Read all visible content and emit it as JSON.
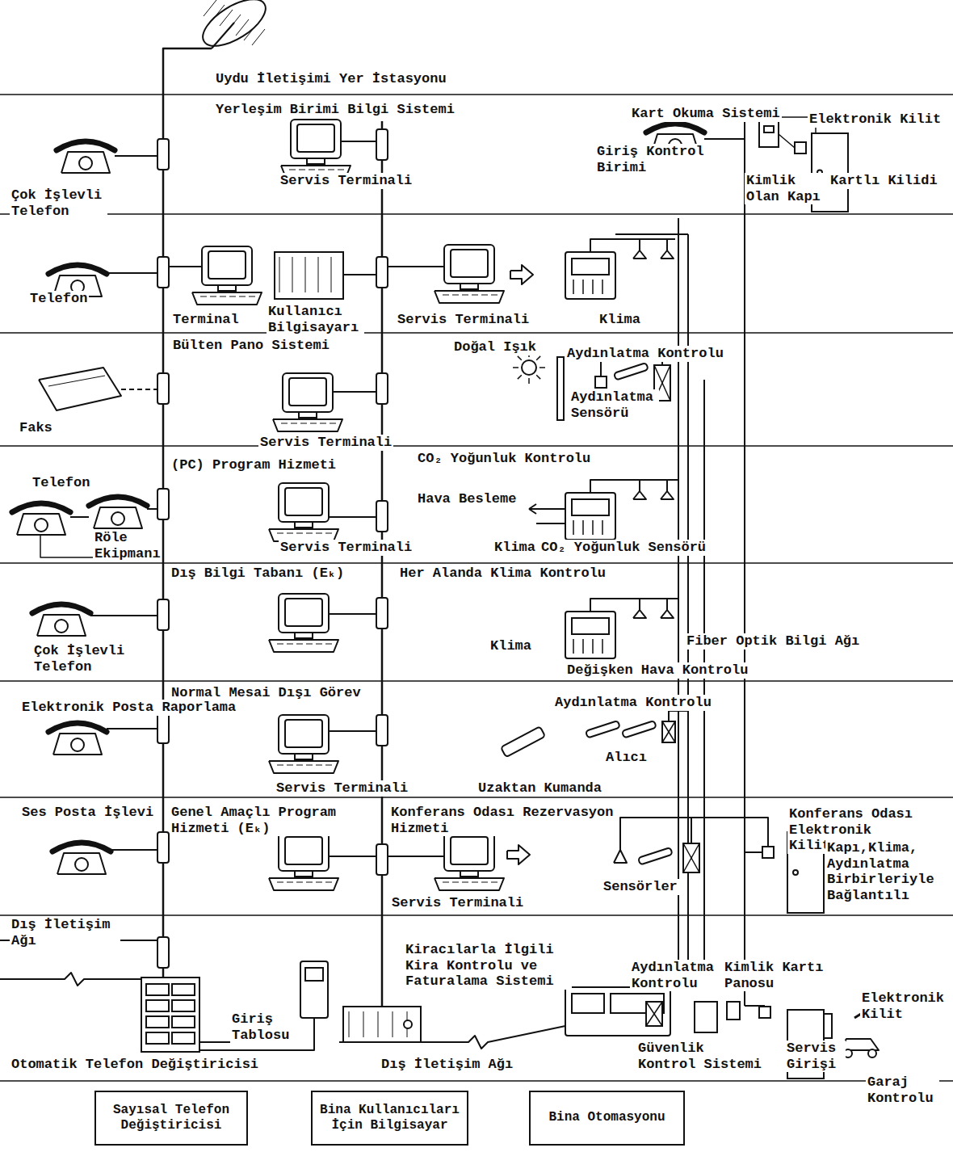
{
  "diagram": {
    "nodes": [
      {
        "text": [
          "Sayısal Telefon Değiştiricisi"
        ]
      },
      {
        "text": [
          "Bina Kullanıcıları İçin Bilgisayar"
        ]
      },
      {
        "text": [
          "Bina Otomasyonu"
        ]
      }
    ],
    "labels": [
      "Uydu İletişimi Yer İstasyonu",
      "Yerleşim Birimi Bilgi Sistemi",
      "Kart Okuma Sistemi",
      "Elektronik Kilit",
      "Giriş Kontrol Birimi",
      "Kimlik Olan Kapı",
      "Kartlı Kilidi",
      "Çok İşlevli Telefon",
      "Servis Terminali",
      "Telefon",
      "Terminal",
      "Kullanıcı Bilgisayarı",
      "Servis Terminali",
      "Klima",
      "Bülten Pano Sistemi",
      "Doğal Işık",
      "Aydınlatma Kontrolu",
      "Aydınlatma Sensörü",
      "Faks",
      "Servis Terminali",
      "(PC) Program Hizmeti",
      "CO₂ Yoğunluk Kontrolu",
      "Telefon",
      "Hava Besleme",
      "Röle Ekipmanı",
      "Servis Terminali",
      "Klima",
      "CO₂ Yoğunluk Sensörü",
      "Dış Bilgi Tabanı (Eₖ)",
      "Her Alanda Klima Kontrolu",
      "Çok İşlevli Telefon",
      "Klima",
      "Fiber Optik Bilgi Ağı",
      "Değişken Hava Kontrolu",
      "Normal Mesai Dışı Görev",
      "Elektronik Posta Raporlama",
      "Aydınlatma Kontrolu",
      "Alıcı",
      "Servis Terminali",
      "Uzaktan Kumanda",
      "Ses Posta İşlevi",
      "Genel Amaçlı Program Hizmeti (Eₖ)",
      "Konferans Odası Rezervasyon Hizmeti",
      "Konferans Odası Elektronik Kilit",
      "Kapı,Klima, Aydınlatma Birbirleriyle Bağlantılı",
      "Sensörler",
      "Servis Terminali",
      "Dış İletişim Ağı",
      "Kiracılarla İlgili Kira Kontrolu ve Faturalama Sistemi",
      "Giriş Tablosu",
      "Aydınlatma Kontrolu",
      "Kimlik Kartı Panosu",
      "Elektronik Kilit",
      "Güvenlik Kontrol Sistemi",
      "Servis Girişi",
      "Garaj Kontrolu",
      "Otomatik Telefon Değiştiricisi",
      "Dış İletişim Ağı"
    ]
  }
}
